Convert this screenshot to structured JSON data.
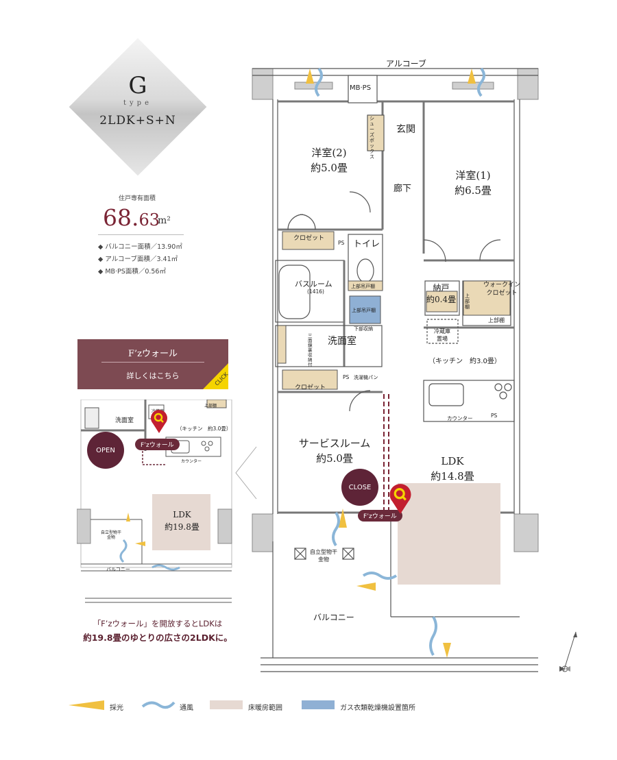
{
  "header": {
    "type_letter": "G",
    "type_word": "type",
    "plan": "2LDK+S+N",
    "area_label": "住戸専有面積",
    "area_int": "68.",
    "area_dec": "63",
    "area_unit": "m²",
    "specs": [
      "◆ バルコニー面積／13.90㎡",
      "◆ アルコーブ面積／3.41㎡",
      "◆ MB·PS面積／0.56㎡"
    ]
  },
  "fz_panel": {
    "title": "F’zウォール",
    "detail": "詳しくはこちら",
    "click": "CLICK"
  },
  "inset": {
    "washroom": "洗面室",
    "kitchen": "（キッチン　約3.0畳）",
    "fridge": "冷蔵庫置場",
    "upper_shelf": "上部棚",
    "counter": "カウンター",
    "open": "OPEN",
    "fz_label": "F’zウォール",
    "ldk": "LDK",
    "ldk_area": "約19.8畳",
    "dryer": "自立型物干金物",
    "balcony": "バルコニー"
  },
  "caption": {
    "line1": "「F’zウォール」を開放するとLDKは",
    "line2": "約19.8畳のゆとりの広さの2LDKに。"
  },
  "plan": {
    "alcove": "アルコーブ",
    "mbps": "MB·PS",
    "shoes_box": "シューズボックス",
    "entrance": "玄関",
    "room2": "洋室(2)",
    "room2_area": "約5.0畳",
    "room1": "洋室(1)",
    "room1_area": "約6.5畳",
    "hallway": "廊下",
    "closet": "クロゼット",
    "ps": "PS",
    "toilet": "トイレ",
    "bathroom": "バスルーム",
    "bath_size": "(1416)",
    "upper_cabinet": "上部吊戸棚",
    "storage": "納戸",
    "storage_area": "約0.4畳",
    "wic": "ウォークイン",
    "wic2": "クロゼット",
    "upper_shelf_short": "上部棚",
    "upper_shelf": "上部棚",
    "lower_storage": "下部収納",
    "washroom": "洗面室",
    "linen": "三面鏡裏収納付",
    "washer_pan": "洗濯機パン",
    "fridge": "冷蔵庫置場",
    "kitchen": "（キッチン　約3.0畳）",
    "counter": "カウンター",
    "service_room": "サービスルーム",
    "service_area": "約5.0畳",
    "ldk": "LDK",
    "ldk_area": "約14.8畳",
    "close": "CLOSE",
    "fz_label": "F’zウォール",
    "dryer": "自立型物干金物",
    "balcony": "バルコニー"
  },
  "legend": {
    "light": "採光",
    "wind": "通風",
    "floor_heating": "床暖房範囲",
    "gas_dryer": "ガス衣類乾燥機設置箇所"
  },
  "colors": {
    "accent": "#7d4a52",
    "floor_heating": "#e6d9d2",
    "gas_dryer": "#8fb0d4",
    "light": "#f0c040",
    "wind": "#8bb6d8",
    "closet": "#ead9b6"
  }
}
